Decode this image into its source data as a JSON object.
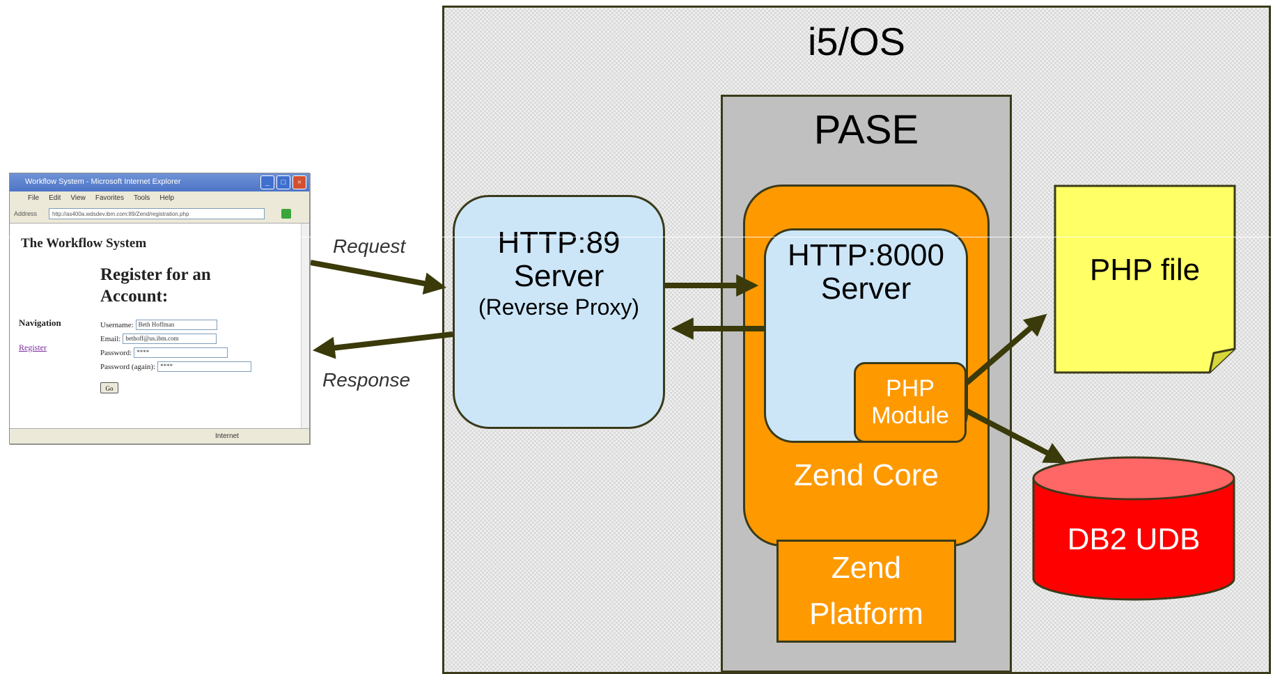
{
  "diagram": {
    "i5os_label": "i5/OS",
    "pase_label": "PASE",
    "zend_core_label": "Zend Core",
    "http8000": {
      "line1": "HTTP:8000",
      "line2": "Server"
    },
    "php_module": {
      "line1": "PHP",
      "line2": "Module"
    },
    "zend_platform": {
      "line1": "Zend",
      "line2": "Platform"
    },
    "http89": {
      "line1": "HTTP:89",
      "line2": "Server",
      "line3": "(Reverse Proxy)"
    },
    "php_file_label": "PHP file",
    "db2_label": "DB2 UDB",
    "request_label": "Request",
    "response_label": "Response",
    "colors": {
      "orange": "#ff9900",
      "light_blue": "#cce6f8",
      "note_yellow": "#ffff66",
      "db_red": "#ff0000",
      "db_top": "#ff6666",
      "arrow": "#3a3a0a"
    }
  },
  "browser": {
    "window_title": "Workflow System - Microsoft Internet Explorer",
    "menu": [
      "File",
      "Edit",
      "View",
      "Favorites",
      "Tools",
      "Help"
    ],
    "address_label": "Address",
    "address_value": "http://as400a.wdsdev.ibm.com:89/Zend/registration.php",
    "page_heading": "The Workflow System",
    "form_heading": "Register for an Account:",
    "nav_heading": "Navigation",
    "nav_link": "Register",
    "fields": [
      {
        "label": "Username:",
        "value": "Beth Hoffman"
      },
      {
        "label": "Email:",
        "value": "bethoff@us.ibm.com"
      },
      {
        "label": "Password:",
        "value": "****"
      },
      {
        "label": "Password (again):",
        "value": "****"
      }
    ],
    "submit_label": "Go",
    "status_zone": "Internet"
  }
}
